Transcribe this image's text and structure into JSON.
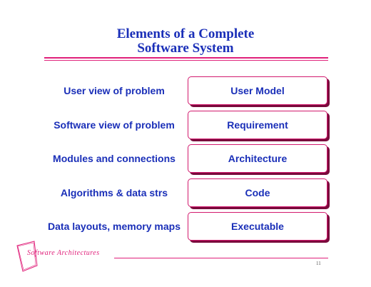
{
  "title": {
    "line1": "Elements of a Complete",
    "line2": "Software System"
  },
  "rows": [
    {
      "label": "User view of problem",
      "box": "User Model"
    },
    {
      "label": "Software view of problem",
      "box": "Requirement"
    },
    {
      "label": "Modules and connections",
      "box": "Architecture"
    },
    {
      "label": "Algorithms & data strs",
      "box": "Code"
    },
    {
      "label": "Data layouts, memory maps",
      "box": "Executable"
    }
  ],
  "footer": {
    "logo_text": "Software Architectures",
    "page_number": "11"
  },
  "colors": {
    "text_blue": "#1a2fb8",
    "accent_magenta": "#e0207a"
  }
}
